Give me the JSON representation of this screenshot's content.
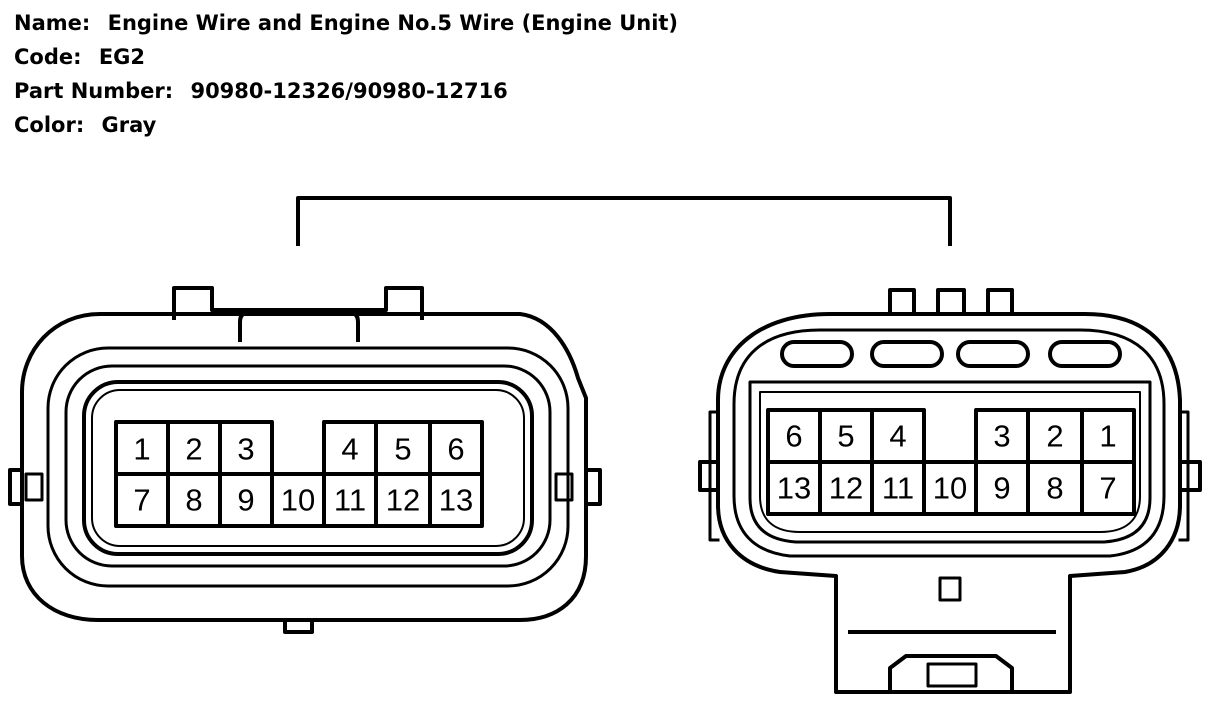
{
  "info": {
    "name_label": "Name:",
    "name_value": "Engine Wire and Engine No.5 Wire (Engine Unit)",
    "code_label": "Code:",
    "code_value": "EG2",
    "part_label": "Part Number:",
    "part_value": "90980-12326/90980-12716",
    "color_label": "Color:",
    "color_value": "Gray"
  },
  "connectors": {
    "left": {
      "top_row": [
        "1",
        "2",
        "3",
        "4",
        "5",
        "6"
      ],
      "bottom_row": [
        "7",
        "8",
        "9",
        "10",
        "11",
        "12",
        "13"
      ]
    },
    "right": {
      "top_row": [
        "6",
        "5",
        "4",
        "3",
        "2",
        "1"
      ],
      "bottom_row": [
        "13",
        "12",
        "11",
        "10",
        "9",
        "8",
        "7"
      ]
    }
  }
}
